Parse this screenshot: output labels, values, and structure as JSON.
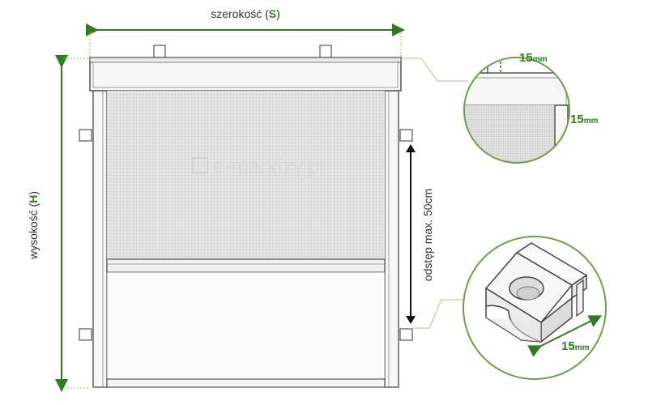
{
  "width_label": {
    "text": "szerokość (",
    "symbol": "S",
    "close": ")"
  },
  "height_label": {
    "text": "wysokość (",
    "symbol": "H",
    "close": ")"
  },
  "spacing_label": "odstęp max. 50cm",
  "watermark": "e-markizy.pl",
  "detail_top": {
    "value": "15",
    "unit": "mm"
  },
  "detail_side": {
    "value": "15",
    "unit": "mm"
  },
  "detail_clip": {
    "value": "15",
    "unit": "mm"
  },
  "colors": {
    "accent": "#2f7d1e",
    "frame": "#555555",
    "mesh": "#d9d9d9",
    "circle_border": "#6e9e45"
  }
}
